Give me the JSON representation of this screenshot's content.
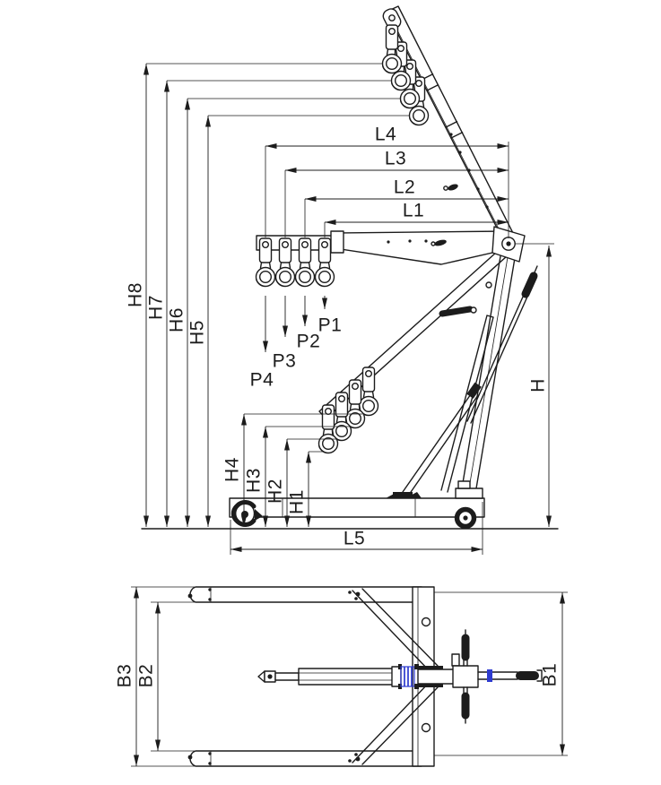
{
  "colors": {
    "line": "#1c1c1c",
    "accent": "#2e3bd0",
    "background": "#ffffff"
  },
  "labels": {
    "heights_left": [
      "H8",
      "H7",
      "H6",
      "H5"
    ],
    "lengths_top": [
      "L4",
      "L3",
      "L2",
      "L1"
    ],
    "hook_positions": [
      "P1",
      "P2",
      "P3",
      "P4"
    ],
    "heights_inner": [
      "H4",
      "H3",
      "H2",
      "H1"
    ],
    "overall_height": "H",
    "base_length": "L5",
    "plan_widths": [
      "B3",
      "B2",
      "B1"
    ]
  }
}
